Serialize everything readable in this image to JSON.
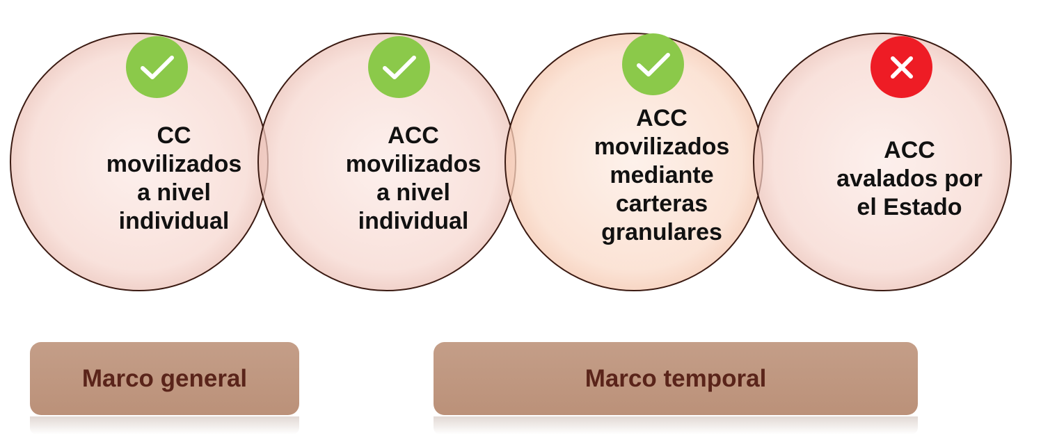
{
  "circles": [
    {
      "status": "check",
      "lines": [
        "CC",
        "movilizados",
        "a nivel",
        "individual"
      ]
    },
    {
      "status": "check",
      "lines": [
        "ACC",
        "movilizados",
        "a nivel",
        "individual"
      ]
    },
    {
      "status": "check",
      "lines": [
        "ACC",
        "movilizados",
        "mediante",
        "carteras",
        "granulares"
      ]
    },
    {
      "status": "cross",
      "lines": [
        "ACC",
        "avalados por",
        "el Estado"
      ]
    }
  ],
  "frames": {
    "general": "Marco general",
    "temporal": "Marco temporal"
  },
  "colors": {
    "check": "#8bc94a",
    "cross": "#ee1c25",
    "frame_fill": "#c49e88",
    "frame_text": "#5a241a",
    "circle_border": "#3a1a12"
  },
  "icons": [
    "check-icon",
    "check-icon",
    "check-icon",
    "cross-icon"
  ]
}
